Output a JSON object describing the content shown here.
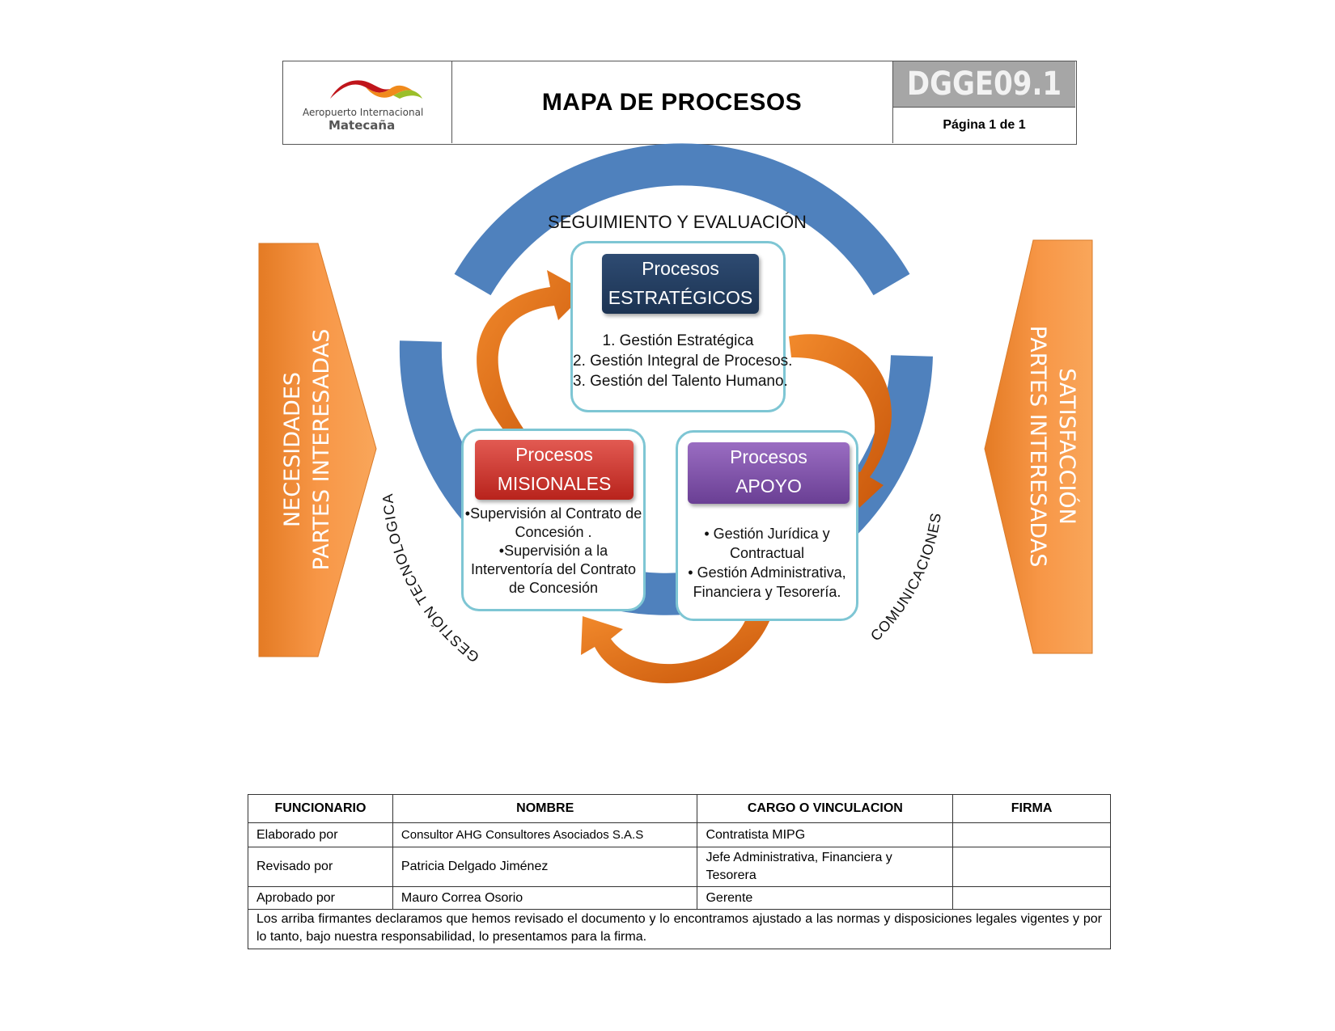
{
  "header": {
    "logo_line1": "Aeropuerto Internacional",
    "logo_line2": "Matecaña",
    "title": "MAPA DE PROCESOS",
    "code": "DGGE09.1",
    "page": "Página 1 de 1"
  },
  "diagram": {
    "ring_top": "SEGUIMIENTO Y EVALUACIÓN",
    "ring_left": "GESTIÓN TECNOLOGICA",
    "ring_right": "COMUNICACIONES",
    "left_arrow": {
      "line1": "NECESIDADES",
      "line2": "PARTES INTERESADAS"
    },
    "right_arrow": {
      "line1": "SATISFACCIÓN",
      "line2": "PARTES INTERESADAS"
    },
    "strategic": {
      "title1": "Procesos",
      "title2": "ESTRATÉGICOS",
      "items": [
        "1. Gestión  Estratégica",
        "2. Gestión Integral de Procesos.",
        "3. Gestión del Talento Humano."
      ]
    },
    "missional": {
      "title1": "Procesos",
      "title2": "MISIONALES",
      "items": [
        "•Supervisión  al Contrato de",
        "Concesión  .",
        "•Supervisión  a la",
        "Interventoría del Contrato",
        "de Concesión"
      ]
    },
    "support": {
      "title1": "Procesos",
      "title2": "APOYO",
      "items": [
        "•   Gestión Jurídica y",
        "Contractual",
        "•   Gestión Administrativa,",
        "Financiera y Tesorería."
      ]
    },
    "colors": {
      "ring": "#4f81bd",
      "orange": "#f79646",
      "arrow": "#e36c0a",
      "box_border": "#7ec6d4"
    }
  },
  "table": {
    "headers": [
      "FUNCIONARIO",
      "NOMBRE",
      "CARGO O VINCULACION",
      "FIRMA"
    ],
    "rows": [
      [
        "Elaborado por",
        "Consultor AHG Consultores Asociados S.A.S",
        "Contratista MIPG",
        ""
      ],
      [
        "Revisado por",
        "Patricia Delgado Jiménez",
        "Jefe Administrativa, Financiera y Tesorera",
        ""
      ],
      [
        "Aprobado por",
        "Mauro Correa Osorio",
        "Gerente",
        ""
      ]
    ],
    "note": "Los arriba firmantes declaramos que hemos revisado el documento y lo encontramos ajustado a las normas y disposiciones legales vigentes y por lo tanto, bajo nuestra responsabilidad, lo presentamos para la firma."
  }
}
